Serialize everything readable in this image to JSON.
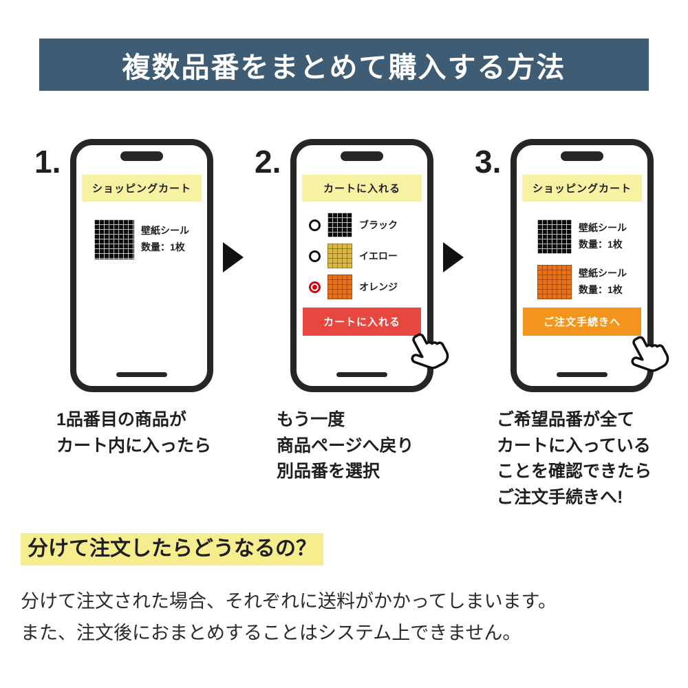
{
  "banner": {
    "title": "複数品番をまとめて購入する方法",
    "bg_color": "#3e5c74"
  },
  "colors": {
    "phone_border": "#262626",
    "phone_header_bg": "#f7f2a3",
    "add_to_cart_button": "#e8473f",
    "checkout_button": "#f3941c",
    "selected_radio": "#d7000f",
    "highlight": "#f6ee8e"
  },
  "steps": [
    {
      "number": "1.",
      "phone_header": "ショッピングカート",
      "products": [
        {
          "swatch": "black-grid",
          "name": "壁紙シール",
          "qty": "数量：1枚"
        }
      ],
      "caption": "1品番目の商品が\nカート内に入ったら"
    },
    {
      "number": "2.",
      "phone_header": "カートに入れる",
      "options": [
        {
          "swatch": "black-grid",
          "label": "ブラック",
          "selected": false
        },
        {
          "swatch": "yellow-grid",
          "label": "イエロー",
          "selected": false
        },
        {
          "swatch": "orange-grid",
          "label": "オレンジ",
          "selected": true
        }
      ],
      "button": {
        "label": "カートに入れる",
        "color": "#e8473f"
      },
      "caption": "もう一度\n商品ページへ戻り\n別品番を選択"
    },
    {
      "number": "3.",
      "phone_header": "ショッピングカート",
      "products": [
        {
          "swatch": "black-grid",
          "name": "壁紙シール",
          "qty": "数量：1枚"
        },
        {
          "swatch": "orange-grid",
          "name": "壁紙シール",
          "qty": "数量：1枚"
        }
      ],
      "button": {
        "label": "ご注文手続きへ",
        "color": "#f3941c"
      },
      "caption": "ご希望品番が全て\nカートに入っている\nことを確認できたら\nご注文手続きへ!"
    }
  ],
  "footer": {
    "heading": "分けて注文したらどうなるの？",
    "body_lines": [
      "分けて注文された場合、それぞれに送料がかかってしまいます。",
      "また、注文後におまとめすることはシステム上できません。"
    ]
  }
}
